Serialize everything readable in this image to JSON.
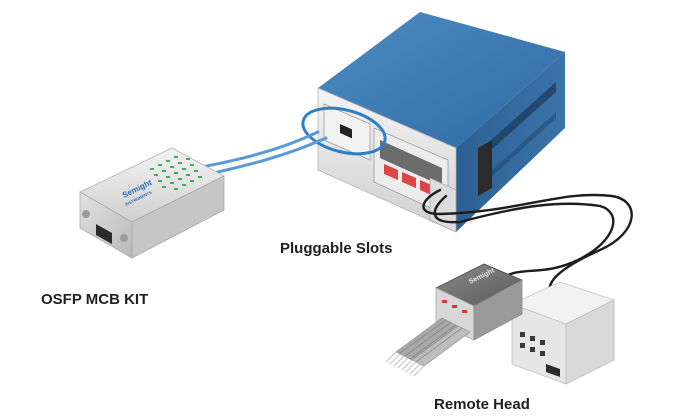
{
  "labels": {
    "pluggable_slots": "Pluggable Slots",
    "osfp_mcb_kit": "OSFP MCB KIT",
    "remote_head": "Remote Head"
  },
  "devices": {
    "mcb_brand": "Semight",
    "mcb_brand_sub": "INSTRUMENTS",
    "head_brand": "Semight"
  },
  "colors": {
    "chassis_blue": "#3f79ad",
    "cable_blue": "#5a9bd6",
    "highlight_ring": "#2f7fc7",
    "led_green": "#3fae55"
  }
}
